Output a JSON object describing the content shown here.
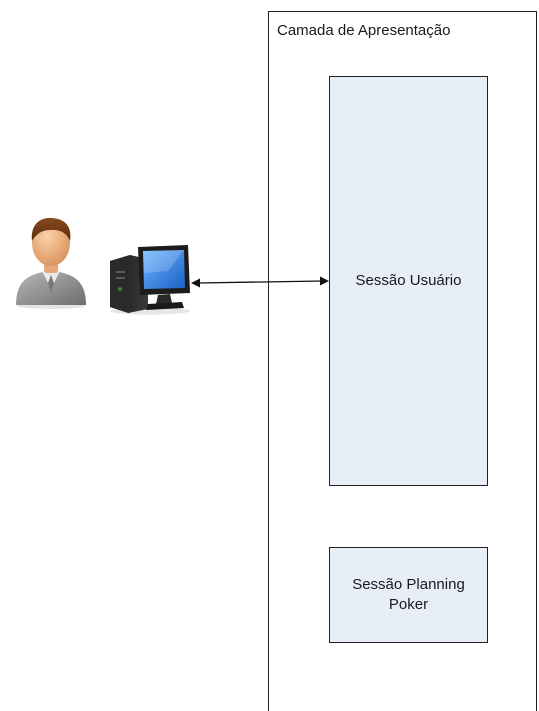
{
  "layer": {
    "title": "Camada de Apresentação"
  },
  "boxes": {
    "user_session": "Sessão Usuário",
    "planning_poker_session": "Sessão Planning\nPoker"
  },
  "icons": {
    "user": "person-icon",
    "computer": "computer-icon"
  },
  "colors": {
    "box_fill": "#e8eef8",
    "border": "#222222"
  }
}
